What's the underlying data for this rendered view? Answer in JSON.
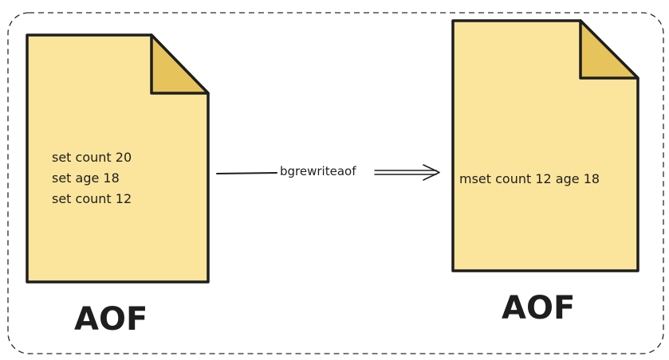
{
  "diagram": {
    "colors": {
      "paper_fill": "#fbe59c",
      "fold_fill": "#e7c35c",
      "stroke": "#1e1e1e",
      "frame_stroke": "#2a2a2a",
      "background": "#ffffff"
    },
    "left_doc": {
      "lines": [
        "set count 20",
        "set age 18",
        "set count 12"
      ],
      "caption": "AOF",
      "icon": "document-icon"
    },
    "right_doc": {
      "lines": [
        "mset count 12 age 18"
      ],
      "caption": "AOF",
      "icon": "document-icon"
    },
    "arrow": {
      "label": "bgrewriteaof",
      "style": "double-arrow"
    }
  }
}
